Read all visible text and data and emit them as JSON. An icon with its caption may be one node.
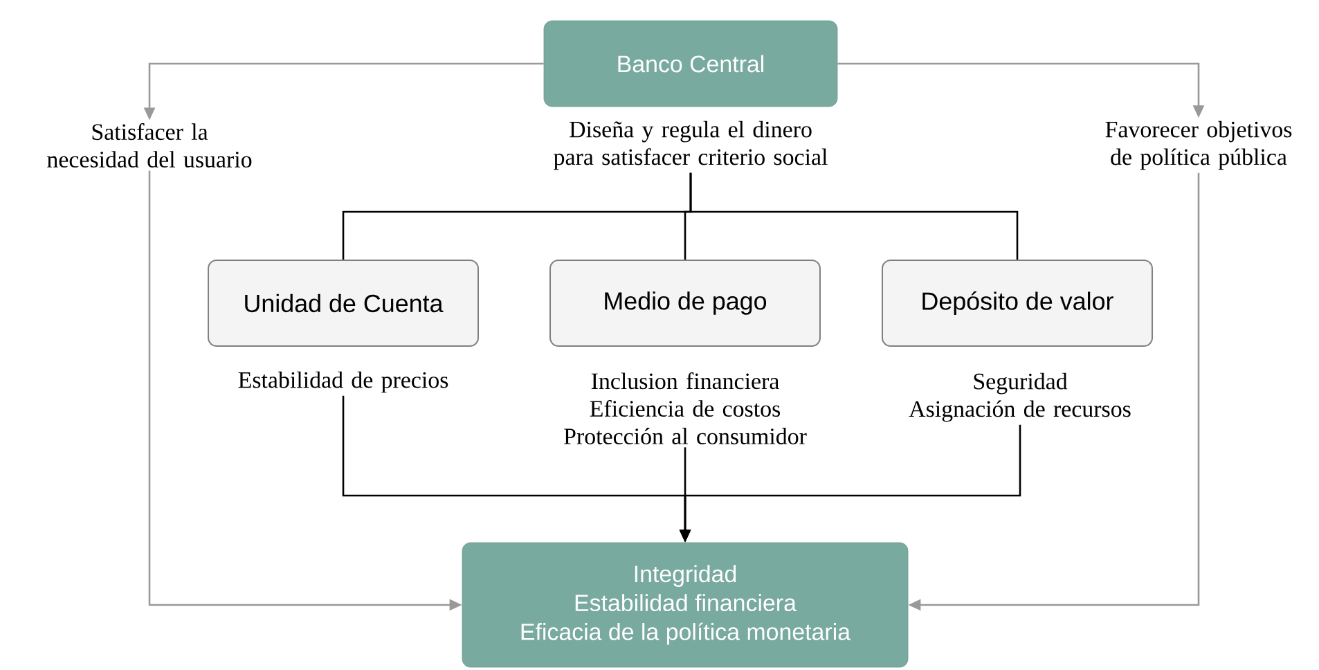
{
  "diagram": {
    "nodes": [
      {
        "text": [
          "Banco Central"
        ]
      },
      {
        "text": [
          "Satisfacer la necesidad del usuario"
        ]
      },
      {
        "text": [
          "Diseña y regula el dinero para satisfacer criterio social"
        ]
      },
      {
        "text": [
          "Favorecer objetivos de política pública"
        ]
      },
      {
        "text": [
          "Unidad de Cuenta"
        ]
      },
      {
        "text": [
          "Medio de pago"
        ]
      },
      {
        "text": [
          "Depósito de valor"
        ]
      },
      {
        "text": [
          "Estabilidad de precios"
        ]
      },
      {
        "text": [
          "Inclusion financiera",
          "Eficiencia de costos",
          "Protección al consumidor"
        ]
      },
      {
        "text": [
          "Seguridad",
          "Asignación de recursos"
        ]
      },
      {
        "text": [
          "Integridad",
          "Estabilidad financiera",
          "Eficacia de la política monetaria"
        ]
      }
    ],
    "edges": [
      {
        "from": 0,
        "to": 1,
        "arrow": "to",
        "color": "#999999"
      },
      {
        "from": 0,
        "to": 3,
        "arrow": "to",
        "color": "#999999"
      },
      {
        "from": 2,
        "to": 4,
        "arrow": "none"
      },
      {
        "from": 2,
        "to": 5,
        "arrow": "none"
      },
      {
        "from": 2,
        "to": 6,
        "arrow": "none"
      },
      {
        "from": 7,
        "to": 10,
        "arrow": "to"
      },
      {
        "from": 8,
        "to": 10,
        "arrow": "to"
      },
      {
        "from": 9,
        "to": 10,
        "arrow": "to"
      },
      {
        "from": 1,
        "to": 10,
        "arrow": "to",
        "color": "#999999"
      },
      {
        "from": 3,
        "to": 10,
        "arrow": "to",
        "color": "#999999"
      }
    ]
  }
}
